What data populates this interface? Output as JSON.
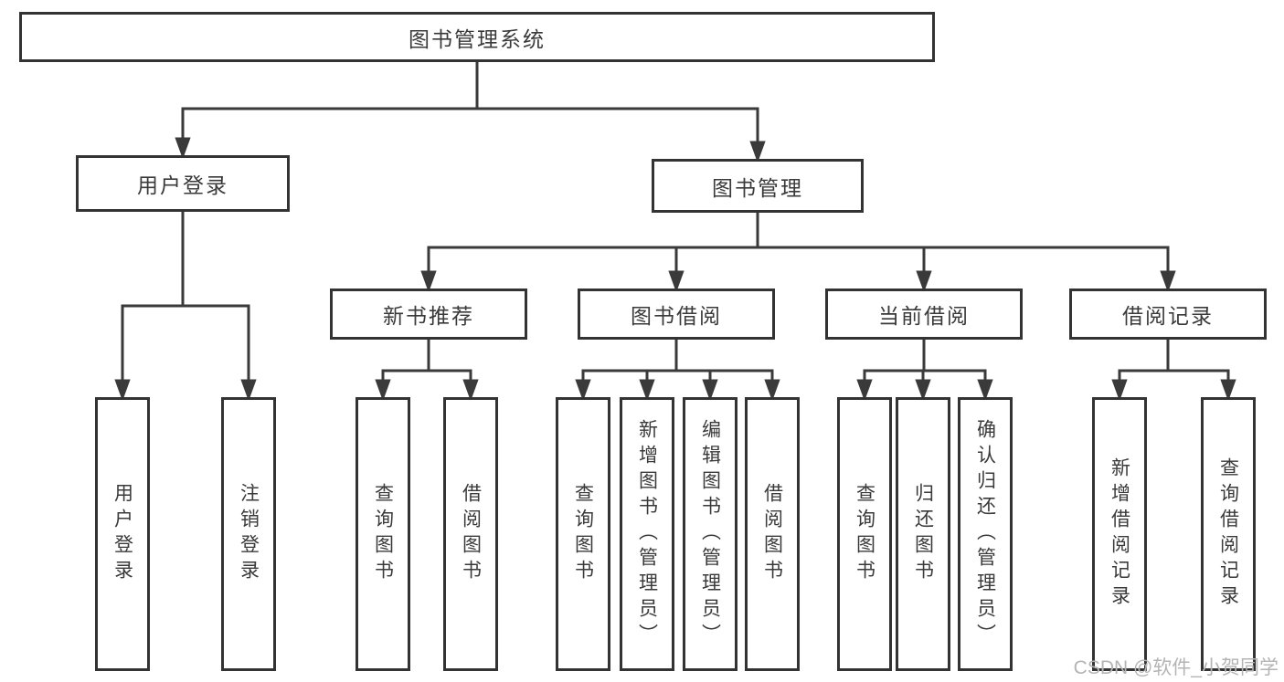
{
  "diagram": {
    "root": {
      "label": "图书管理系统"
    },
    "level2": {
      "user_login": {
        "label": "用户登录"
      },
      "book_mgmt": {
        "label": "图书管理"
      }
    },
    "level3": {
      "new_book_rec": {
        "label": "新书推荐"
      },
      "book_borrow": {
        "label": "图书借阅"
      },
      "current_borrow": {
        "label": "当前借阅"
      },
      "borrow_records": {
        "label": "借阅记录"
      }
    },
    "leaves": {
      "user_login": [
        "用户登录",
        "注销登录"
      ],
      "new_book_rec": [
        "查询图书",
        "借阅图书"
      ],
      "book_borrow": [
        "查询图书",
        "新增图书（管理员）",
        "编辑图书（管理员）",
        "借阅图书"
      ],
      "current_borrow": [
        "查询图书",
        "归还图书",
        "确认归还（管理员）"
      ],
      "borrow_records": [
        "新增借阅记录",
        "查询借阅记录"
      ]
    },
    "colors": {
      "line": "#3a3a3a",
      "border": "#333333",
      "text": "#3a3a3a",
      "watermark": "#b4b4b4",
      "background": "#ffffff"
    },
    "watermark": "CSDN @软件_小贺同学"
  }
}
